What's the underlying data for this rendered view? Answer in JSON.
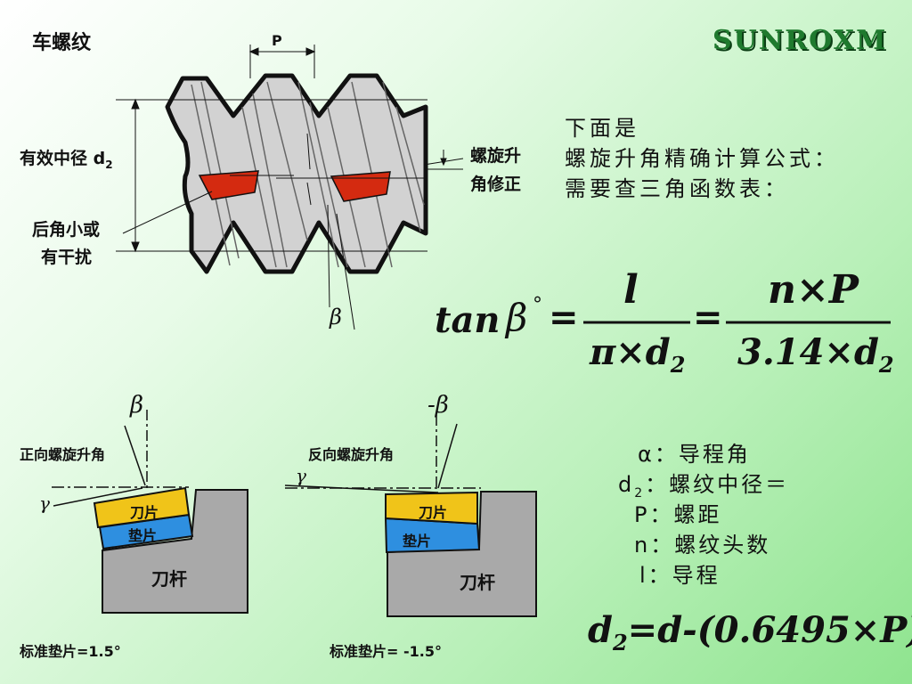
{
  "title": "车螺纹",
  "logo": "SUNROXM",
  "thread_diagram": {
    "pitch_label": "P",
    "pitch_diameter_label": "有效中径 d",
    "pitch_diameter_sub": "2",
    "helix_correction_label_1": "螺旋升",
    "helix_correction_label_2": "角修正",
    "clearance_label_1": "后角小或",
    "clearance_label_2": "有干扰",
    "beta_symbol": "β"
  },
  "intro": {
    "line1": "下面是",
    "line2": "螺旋升角精确计算公式：",
    "line3": "需要查三角函数表："
  },
  "formula": {
    "tan": "tan",
    "beta": "β",
    "degree": "°",
    "eq": "=",
    "num1": "l",
    "den1_pi": "π×d",
    "den1_sub": "2",
    "num2": "n×P",
    "den2_main": "3.14×d",
    "den2_sub": "2"
  },
  "legend": {
    "alpha": "α：导程角",
    "d2_main": "d",
    "d2_sub": "2",
    "d2_rest": "：螺纹中径＝",
    "p": "P：螺距",
    "n": "n：螺纹头数",
    "l": "l：导程"
  },
  "bottom_formula": {
    "d": "d",
    "sub": "2",
    "rest": "=d-(0.6495×P)"
  },
  "left_tool": {
    "title": "正向螺旋升角",
    "beta": "β",
    "gamma": "γ",
    "blade": "刀片",
    "shim": "垫片",
    "holder": "刀杆",
    "caption": "标准垫片=1.5°"
  },
  "right_tool": {
    "title": "反向螺旋升角",
    "beta": "-β",
    "gamma": "γ",
    "blade": "刀片",
    "shim": "垫片",
    "holder": "刀杆",
    "caption": "标准垫片= -1.5°"
  },
  "colors": {
    "blade": "#f0c419",
    "shim": "#2e8fe0",
    "holder": "#a9a9a9",
    "insert": "#d42a10",
    "logo": "#1f7a2e"
  }
}
